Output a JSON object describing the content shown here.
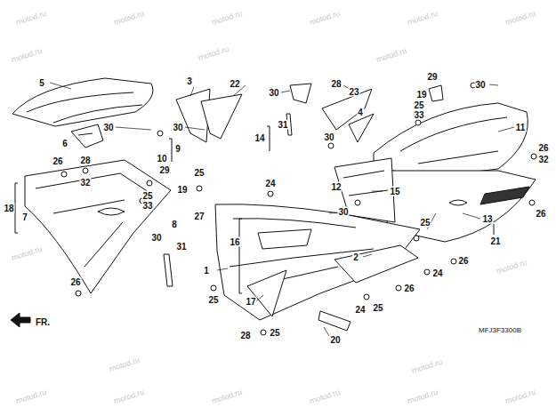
{
  "diagram": {
    "labels": [
      "5",
      "3",
      "22",
      "30",
      "28",
      "29",
      "30",
      "23",
      "19",
      "25",
      "33",
      "4",
      "11",
      "30",
      "30",
      "6",
      "9",
      "31",
      "14",
      "30",
      "26",
      "32",
      "10",
      "29",
      "26",
      "28",
      "32",
      "18",
      "7",
      "19",
      "25",
      "33",
      "12",
      "30",
      "15",
      "25",
      "27",
      "24",
      "16",
      "8",
      "31",
      "30",
      "25",
      "13",
      "21",
      "26",
      "2",
      "26",
      "24",
      "1",
      "25",
      "26",
      "17",
      "24",
      "25",
      "26",
      "20",
      "28",
      "25",
      "FR.",
      "MFJ3F3300B",
      "motod.ru",
      "motod.ru",
      "motod.ru",
      "motod.ru",
      "motod.ru",
      "motod.ru",
      "motod.ru",
      "motod.ru",
      "motod.ru",
      "motod.ru",
      "motod.ru",
      "motod.ru",
      "motod.ru",
      "motod.ru",
      "motod.ru",
      "motod.ru",
      "motod.ru",
      "motod.ru",
      "motod.ru"
    ]
  }
}
